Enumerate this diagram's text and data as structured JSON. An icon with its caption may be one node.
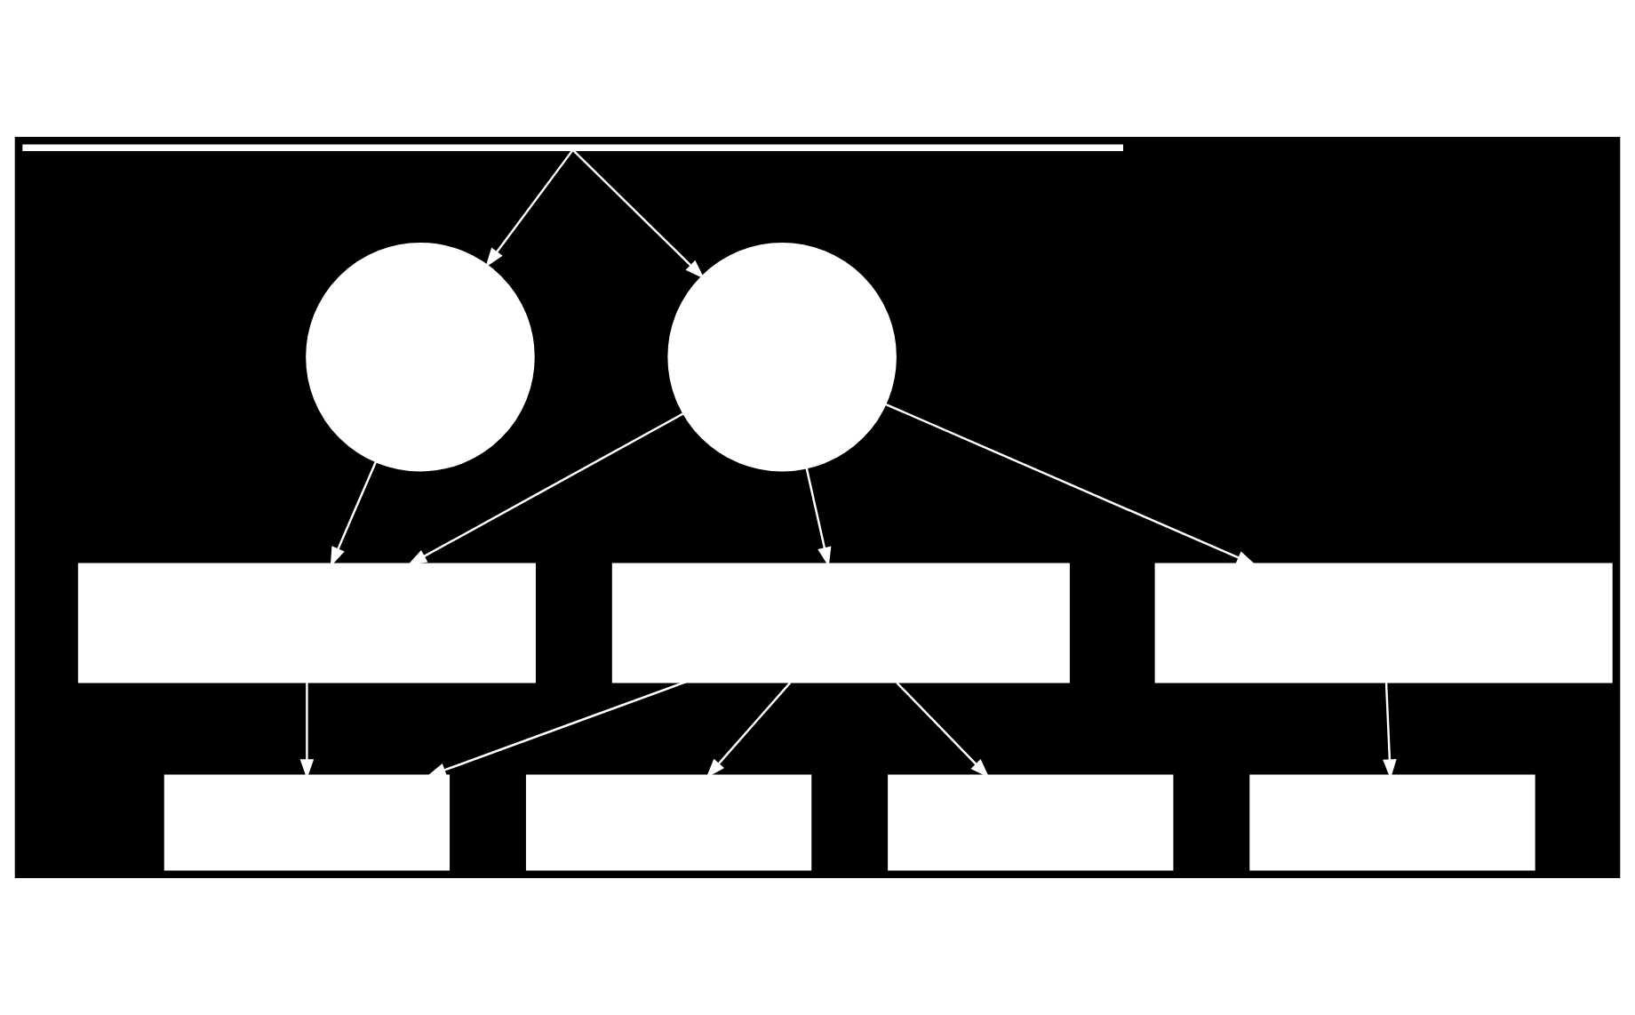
{
  "diagram": {
    "nodes": [
      {
        "text": [],
        "shape": "bar"
      },
      {
        "text": [],
        "shape": "circle"
      },
      {
        "text": [],
        "shape": "circle"
      },
      {
        "text": [],
        "shape": "box"
      },
      {
        "text": [],
        "shape": "box"
      },
      {
        "text": [],
        "shape": "box"
      },
      {
        "text": [],
        "shape": "box"
      },
      {
        "text": [],
        "shape": "box"
      },
      {
        "text": [],
        "shape": "box"
      },
      {
        "text": [],
        "shape": "box"
      }
    ],
    "edges": [
      {
        "from": 0,
        "to": 1,
        "arrow": "to"
      },
      {
        "from": 0,
        "to": 2,
        "arrow": "to"
      },
      {
        "from": 1,
        "to": 3,
        "arrow": "to"
      },
      {
        "from": 2,
        "to": 3,
        "arrow": "to"
      },
      {
        "from": 2,
        "to": 4,
        "arrow": "to"
      },
      {
        "from": 2,
        "to": 5,
        "arrow": "to"
      },
      {
        "from": 3,
        "to": 6,
        "arrow": "to"
      },
      {
        "from": 4,
        "to": 6,
        "arrow": "to"
      },
      {
        "from": 4,
        "to": 7,
        "arrow": "to"
      },
      {
        "from": 4,
        "to": 8,
        "arrow": "to"
      },
      {
        "from": 5,
        "to": 9,
        "arrow": "to"
      }
    ]
  }
}
